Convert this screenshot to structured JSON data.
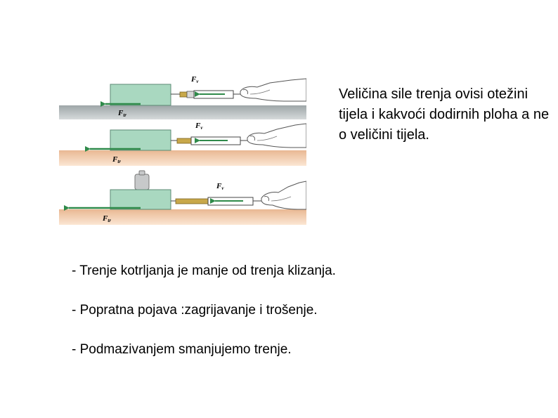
{
  "figure": {
    "force_pull_label": "F",
    "force_pull_subscript": "v",
    "force_friction_label": "F",
    "force_friction_subscript": "tr",
    "colors": {
      "block": "#a9d8c0",
      "block_border": "#5c8a74",
      "arrow": "#2f8a4a",
      "surface_gray": "#aeb6b8",
      "surface_wood": "#f1c9a6"
    },
    "icons": [
      "hand-icon",
      "spring-scale-icon",
      "weight-icon"
    ]
  },
  "main_text": "Veličina sile trenja ovisi otežini tijela i kakvoći dodirnih ploha a ne o veličini tijela.",
  "bullets": [
    "- Trenje kotrljanja je manje od trenja klizanja.",
    "- Popratna pojava :zagrijavanje i trošenje.",
    "- Podmazivanjem smanjujemo trenje."
  ]
}
